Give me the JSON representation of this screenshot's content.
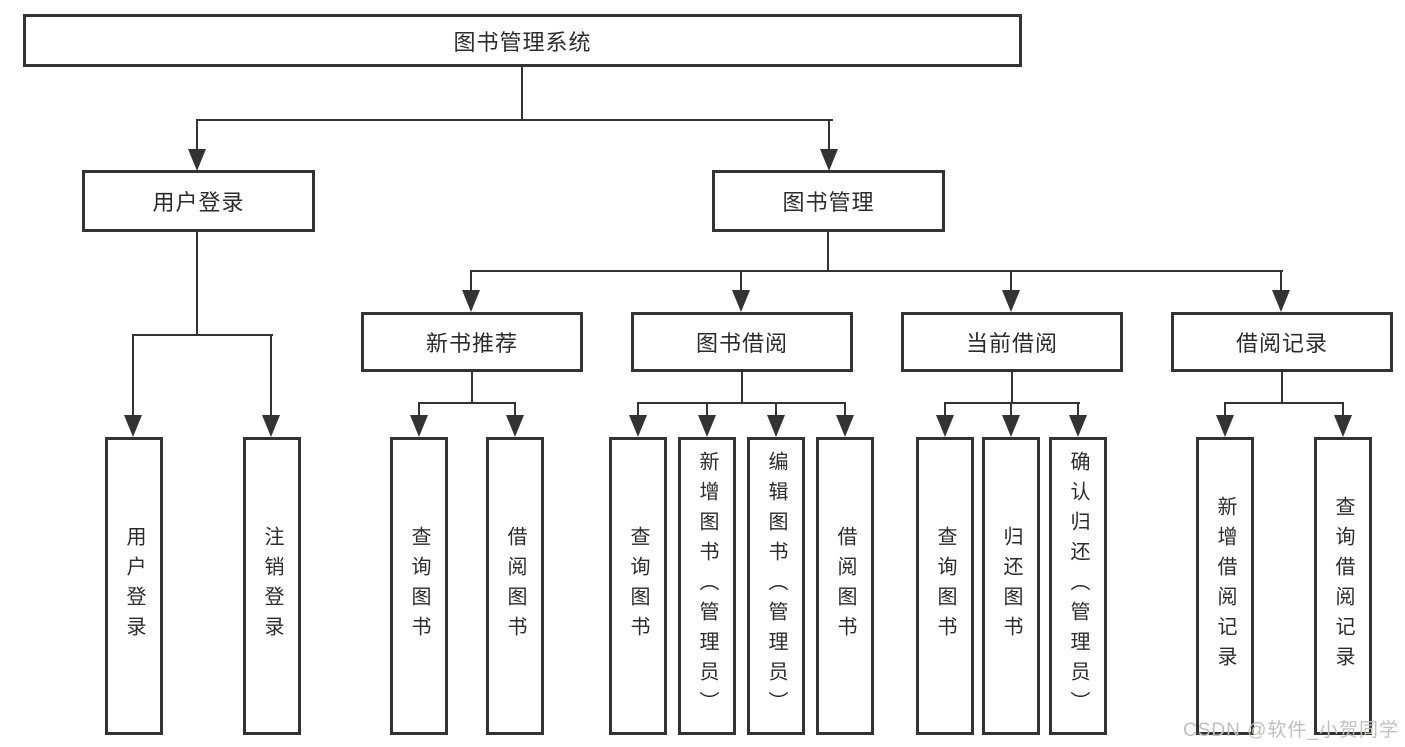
{
  "diagram": {
    "root": "图书管理系统",
    "user_branch": {
      "label": "用户登录",
      "children": [
        {
          "label": "用户登录"
        },
        {
          "label": "注销登录"
        }
      ]
    },
    "book_branch": {
      "label": "图书管理",
      "groups": [
        {
          "label": "新书推荐",
          "children": [
            {
              "label": "查询图书"
            },
            {
              "label": "借阅图书"
            }
          ]
        },
        {
          "label": "图书借阅",
          "children": [
            {
              "label": "查询图书"
            },
            {
              "label": "新增图书（管理员）"
            },
            {
              "label": "编辑图书（管理员）"
            },
            {
              "label": "借阅图书"
            }
          ]
        },
        {
          "label": "当前借阅",
          "children": [
            {
              "label": "查询图书"
            },
            {
              "label": "归还图书"
            },
            {
              "label": "确认归还（管理员）"
            }
          ]
        },
        {
          "label": "借阅记录",
          "children": [
            {
              "label": "新增借阅记录"
            },
            {
              "label": "查询借阅记录"
            }
          ]
        }
      ]
    }
  },
  "watermark": {
    "text": "CSDN @软件_小贺同学"
  },
  "colors": {
    "line": "#333333",
    "text": "#2b2b2b",
    "background": "#ffffff",
    "watermark": "#c3bfbf"
  }
}
